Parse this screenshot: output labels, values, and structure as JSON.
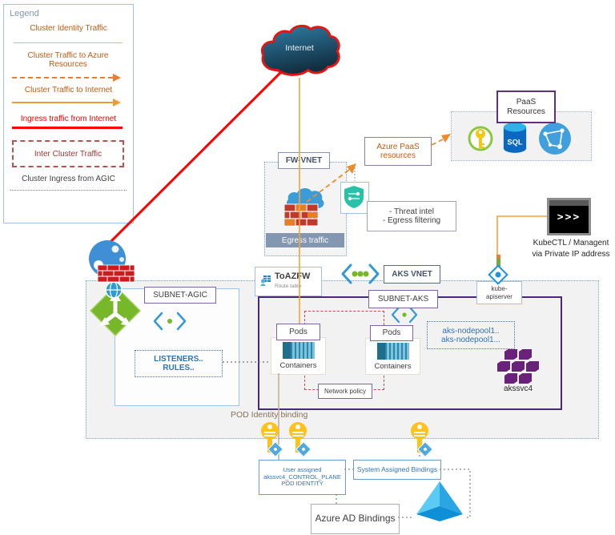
{
  "colors": {
    "orange_traffic": "#ED7D31",
    "red_ingress": "#FF0000",
    "identity_tan": "#C2B096",
    "inter_cluster_red": "#C0504D",
    "agic_dotted_gray": "#8A8A8A",
    "vnet_dotted_blue": "#6FA3D8",
    "subnet_purple": "#4A2878",
    "blue_text": "#2E74B5",
    "slate_text": "#44546A",
    "aks_cluster_purple": "#69217A",
    "key_yellow": "#FFC21C"
  },
  "legend": {
    "title": "Legend",
    "items": [
      {
        "label": "Cluster Identity Traffic"
      },
      {
        "label": "Cluster Traffic to Azure Resources"
      },
      {
        "label": "Cluster Traffic to Internet"
      },
      {
        "label": "Ingress traffic from Internet"
      },
      {
        "label": "Inter Cluster Traffic"
      },
      {
        "label": "Cluster Ingress from AGIC"
      }
    ]
  },
  "internet": {
    "label": "Internet"
  },
  "fw_vnet": {
    "label": "FW-VNET",
    "egress_label": "Egress traffic"
  },
  "firewall_notes": {
    "line1": "- Threat intel",
    "line2": "- Egress filtering"
  },
  "paas_link_label": {
    "line1": "Azure PaaS",
    "line2": "resources"
  },
  "paas": {
    "title_line1": "PaaS",
    "title_line2": "Resources",
    "sql_text": "SQL"
  },
  "kubectl": {
    "prompt": ">>>",
    "caption_line1": "KubeCTL / Managent",
    "caption_line2": "via Private IP address"
  },
  "route_table": {
    "name": "ToAZFW",
    "type": "Route table"
  },
  "aks_vnet": {
    "label": "AKS VNET"
  },
  "kube_apiserver": {
    "line1": "kube-",
    "line2": "apiserver"
  },
  "subnet_agic": {
    "label": "SUBNET-AGIC",
    "listeners": "LISTENERS..",
    "rules": "RULES.."
  },
  "subnet_aks": {
    "label": "SUBNET-AKS",
    "pods_left": "Pods",
    "pods_right": "Pods",
    "containers_left": "Containers",
    "containers_right": "Containers",
    "network_policy": "Network policy",
    "nodepool_line1": "aks-nodepool1..",
    "nodepool_line2": "aks-nodepool1...",
    "cluster_label": "akssvc4"
  },
  "identity": {
    "pod_binding": "POD Identity binding",
    "user_assigned_line1": "User assigned",
    "user_assigned_line2": "akssvc4_CONTROL_PLANE",
    "user_assigned_line3": "POD IDENTITY",
    "system_assigned": "System Assigned Bindings",
    "azure_ad": "Azure AD Bindings"
  }
}
